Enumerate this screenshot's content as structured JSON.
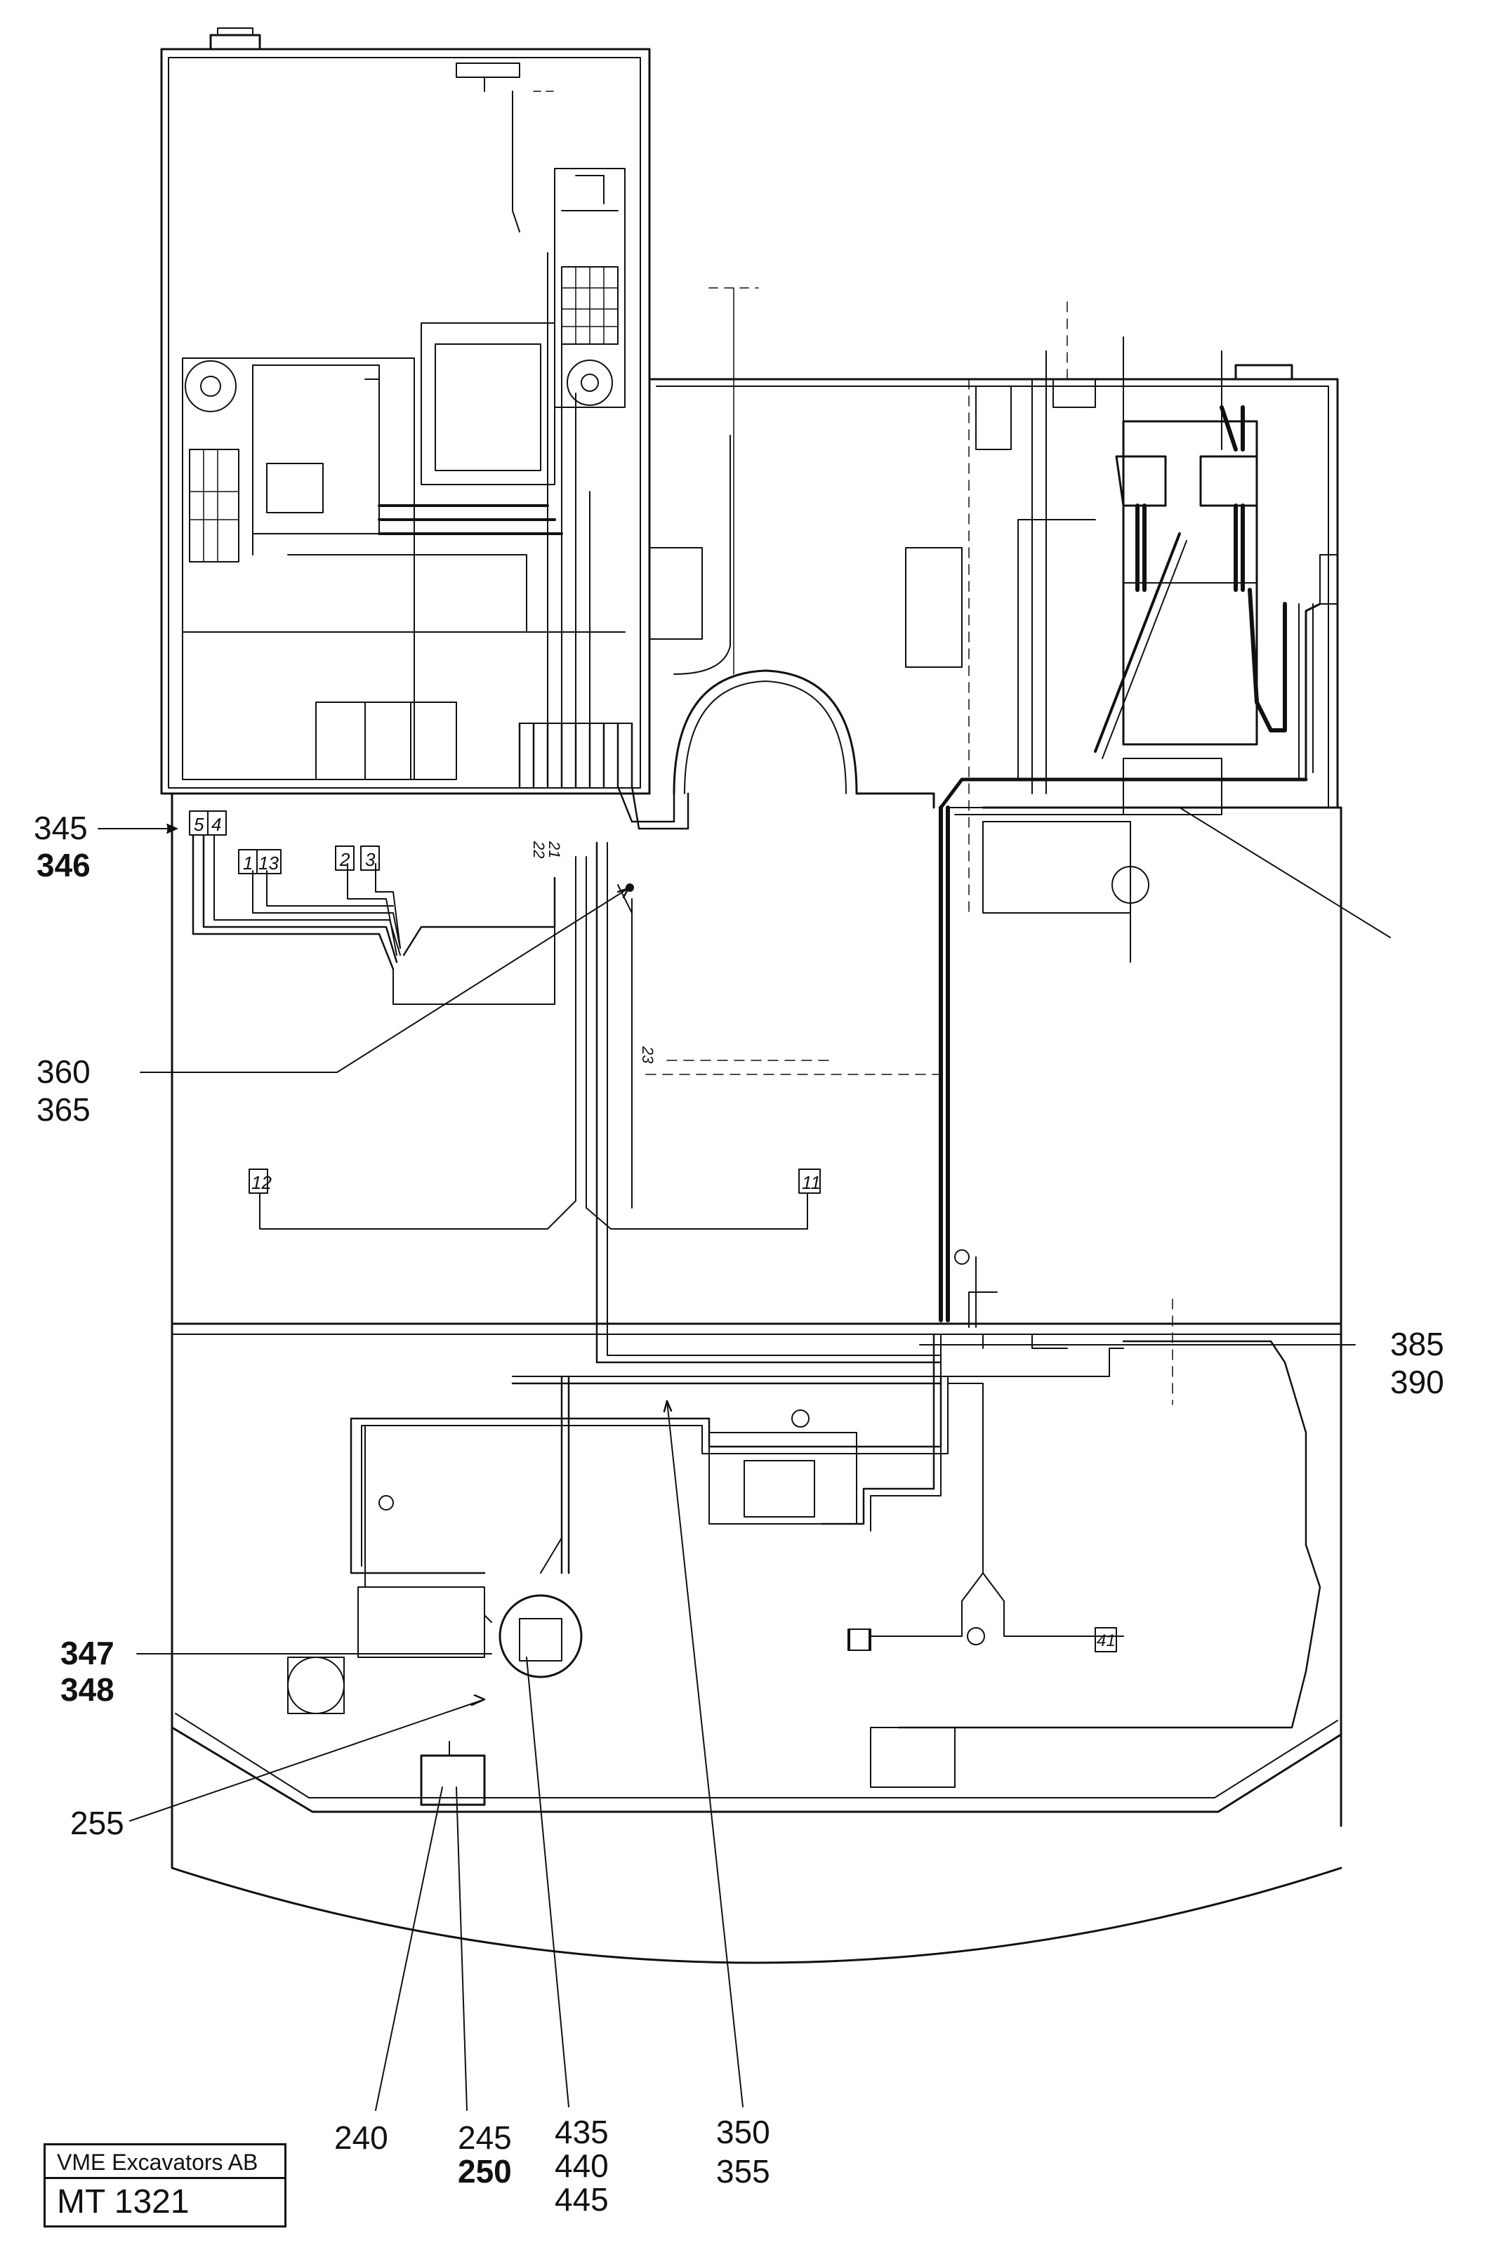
{
  "title_block": {
    "company": "VME Excavators AB",
    "drawing_number": "MT 1321"
  },
  "callouts": {
    "c345": "345",
    "c346": "346",
    "c360": "360",
    "c365": "365",
    "c385": "385",
    "c390": "390",
    "c347": "347",
    "c348": "348",
    "c255": "255",
    "c240": "240",
    "c245": "245",
    "c250": "250",
    "c435": "435",
    "c440": "440",
    "c445": "445",
    "c350": "350",
    "c355": "355"
  },
  "wire_tags": {
    "t5": "5",
    "t4": "4",
    "t1": "1",
    "t13": "13",
    "t2": "2",
    "t3": "3",
    "t21": "21",
    "t22": "22",
    "t23": "23",
    "t12": "12",
    "t11": "11",
    "t41": "41"
  },
  "colors": {
    "ink": "#111111",
    "paper": "#ffffff"
  }
}
